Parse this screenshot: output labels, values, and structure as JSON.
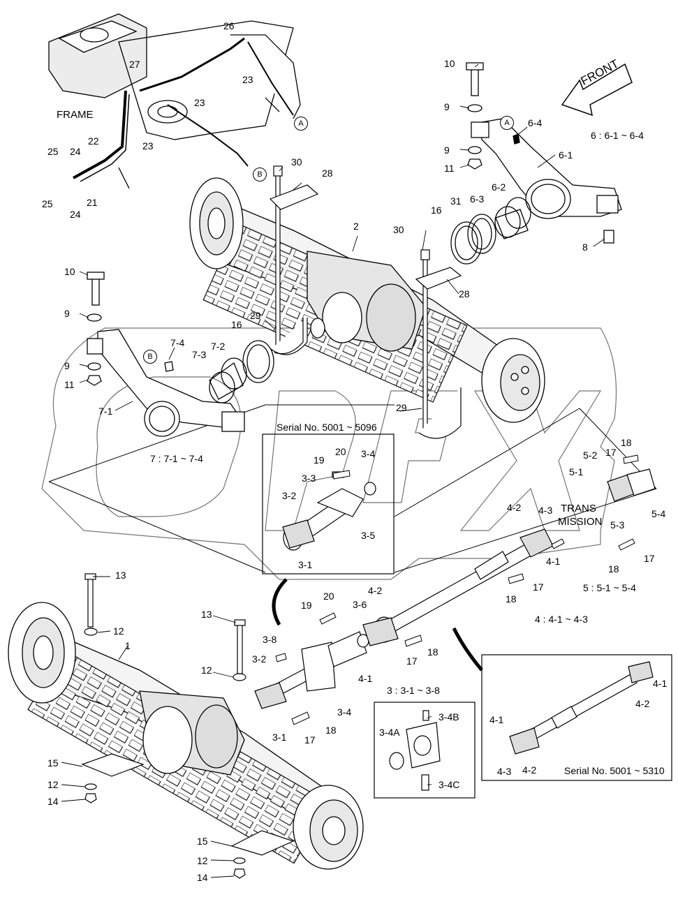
{
  "diagram": {
    "front_label": "FRONT",
    "frame_label": "FRAME",
    "trans_label": [
      "TRANS",
      "MISSION"
    ],
    "corner_mark": "",
    "notes": [
      {
        "id": "n6",
        "text": "6  : 6-1 ~ 6-4"
      },
      {
        "id": "n7",
        "text": "7  : 7-1 ~ 7-4"
      },
      {
        "id": "n5",
        "text": "5  : 5-1 ~ 5-4"
      },
      {
        "id": "n4",
        "text": "4  : 4-1 ~ 4-3"
      },
      {
        "id": "n3",
        "text": "3  : 3-1 ~ 3-8"
      }
    ],
    "serials": [
      {
        "id": "s1",
        "text": "Serial No. 5001 ~ 5096"
      },
      {
        "id": "s2",
        "text": "Serial No. 5001 ~ 5310"
      }
    ],
    "circle_refs": [
      "A",
      "B",
      "A",
      "B"
    ],
    "watermark": "OPEX",
    "labels": [
      "26",
      "27",
      "23",
      "23",
      "23",
      "22",
      "25",
      "24",
      "21",
      "25",
      "24",
      "30",
      "28",
      "10",
      "9",
      "6-4",
      "9",
      "11",
      "6-1",
      "6-2",
      "6-3",
      "31",
      "16",
      "2",
      "30",
      "28",
      "8",
      "10",
      "9",
      "7-4",
      "7-2",
      "7-3",
      "9",
      "11",
      "29",
      "16",
      "7-1",
      "29",
      "20",
      "19",
      "3-4",
      "3-3",
      "3-2",
      "3-5",
      "3-1",
      "18",
      "17",
      "5-2",
      "5-1",
      "5-3",
      "5-4",
      "17",
      "18",
      "4-2",
      "4-3",
      "4-1",
      "17",
      "18",
      "13",
      "12",
      "1",
      "13",
      "12",
      "20",
      "19",
      "3-6",
      "4-2",
      "3-8",
      "3-2",
      "4-1",
      "17",
      "18",
      "3-1",
      "17",
      "18",
      "3-4",
      "3-4B",
      "3-4A",
      "3-4C",
      "4-1",
      "4-2",
      "4-1",
      "4-3",
      "4-2",
      "15",
      "12",
      "14",
      "15",
      "12",
      "14"
    ]
  }
}
